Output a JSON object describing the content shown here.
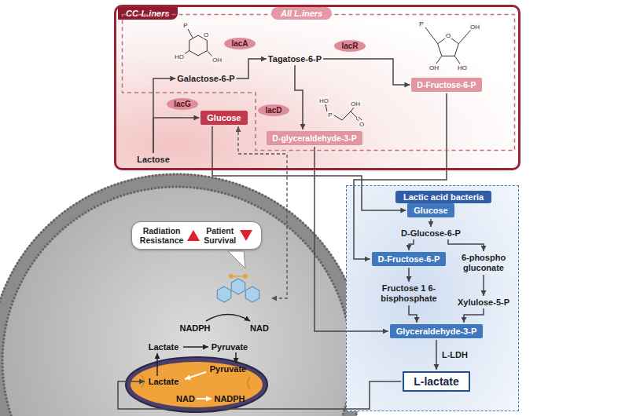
{
  "diagram": {
    "nodes": [
      {
        "text": [
          "CC-L.iners"
        ]
      },
      {
        "text": [
          "All L.iners"
        ],
        "in": 0
      },
      {
        "text": [
          "Galactose-6-P"
        ],
        "in": 1
      },
      {
        "text": [
          "lacA"
        ],
        "in": 1
      },
      {
        "text": [
          "Tagatose-6-P"
        ],
        "in": 1
      },
      {
        "text": [
          "lacR"
        ],
        "in": 1
      },
      {
        "text": [
          "D-Fructose-6-P"
        ],
        "in": 1
      },
      {
        "text": [
          "lacD"
        ],
        "in": 1
      },
      {
        "text": [
          "D-glyceraldehyde-3-P"
        ],
        "in": 1
      },
      {
        "text": [
          "lacG"
        ],
        "in": 0
      },
      {
        "text": [
          "Glucose"
        ],
        "in": 0
      },
      {
        "text": [
          "Lactose"
        ],
        "in": 0
      },
      {
        "text": [
          "Lactic acid bacteria"
        ]
      },
      {
        "text": [
          "Glucose"
        ],
        "in": 12
      },
      {
        "text": [
          "D-Glucose-6-P"
        ],
        "in": 12
      },
      {
        "text": [
          "D-Fructose-6-P"
        ],
        "in": 12
      },
      {
        "text": [
          "6-phospho gluconate"
        ],
        "in": 12
      },
      {
        "text": [
          "Fructose 1 6-bisphosphate"
        ],
        "in": 12
      },
      {
        "text": [
          "Xylulose-5-P"
        ],
        "in": 12
      },
      {
        "text": [
          "Glyceraldehyde-3-P"
        ],
        "in": 12
      },
      {
        "text": [
          "L-lactate"
        ],
        "in": 12
      },
      {
        "text": [
          "Radiation Resistance",
          "Patient Survival"
        ]
      }
    ],
    "edges": [
      {
        "from": 11,
        "to": 2,
        "arrow": "to"
      },
      {
        "from": 11,
        "to": 10,
        "arrow": "to"
      },
      {
        "from": 2,
        "to": 4,
        "arrow": "to"
      },
      {
        "from": 4,
        "to": 6,
        "arrow": "to"
      },
      {
        "from": 4,
        "to": 8,
        "arrow": "to"
      },
      {
        "from": 10,
        "to": 13,
        "arrow": "to"
      },
      {
        "from": 6,
        "to": 15,
        "arrow": "to"
      },
      {
        "from": 8,
        "to": 19,
        "arrow": "to"
      },
      {
        "from": 13,
        "to": 14,
        "arrow": "to"
      },
      {
        "from": 14,
        "to": 15,
        "arrow": "to"
      },
      {
        "from": 14,
        "to": 16,
        "arrow": "to"
      },
      {
        "from": 15,
        "to": 17,
        "arrow": "to"
      },
      {
        "from": 16,
        "to": 18,
        "arrow": "to"
      },
      {
        "from": 17,
        "to": 19,
        "arrow": "to"
      },
      {
        "from": 18,
        "to": 19,
        "arrow": "to"
      },
      {
        "from": 19,
        "to": 20,
        "label": "L-LDH",
        "arrow": "to"
      }
    ],
    "labels": [
      "NADPH",
      "NAD",
      "Lactate",
      "Pyruvate",
      "Lactate",
      "Pyruvate",
      "NAD",
      "NADPH",
      "O",
      "P",
      "HO",
      "OH",
      "O",
      "P",
      "OH",
      "OH",
      "HO",
      "HO",
      "P",
      "OH",
      "O"
    ]
  }
}
